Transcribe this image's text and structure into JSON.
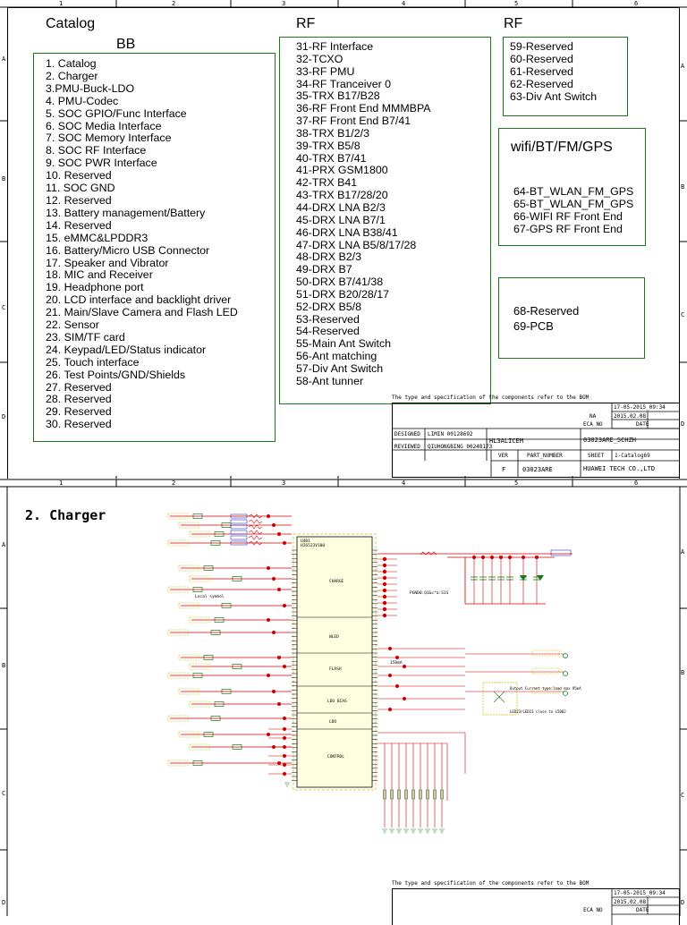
{
  "page1": {
    "col_numbers": [
      "1",
      "2",
      "3",
      "4",
      "5",
      "6"
    ],
    "row_letters": [
      "A",
      "B",
      "C",
      "D"
    ],
    "catalog_title": "Catalog",
    "bb_title": "BB",
    "rf_title_1": "RF",
    "rf_title_2": "RF",
    "bb_items": [
      "1. Catalog",
      "2. Charger",
      "3.PMU-Buck-LDO",
      "4. PMU-Codec",
      "5. SOC GPIO/Func Interface",
      "6. SOC Media Interface",
      "7. SOC Memory Interface",
      "8. SOC RF Interface",
      "9. SOC PWR Interface",
      "10. Reserved",
      "11. SOC GND",
      "12. Reserved",
      "13. Battery management/Battery",
      "14. Reserved",
      "15. eMMC&LPDDR3",
      "16. Battery/Micro USB Connector",
      "17. Speaker and Vibrator",
      "18. MIC and Receiver",
      "19. Headphone port",
      "20. LCD interface and backlight driver",
      "21. Main/Slave Camera and Flash LED",
      "22. Sensor",
      "23. SIM/TF card",
      "24. Keypad/LED/Status indicator",
      "25. Touch interface",
      "26. Test Points/GND/Shields",
      "27. Reserved",
      "28. Reserved",
      "29. Reserved",
      "30. Reserved"
    ],
    "rf_items": [
      "31-RF Interface",
      "32-TCXO",
      "33-RF PMU",
      "34-RF Tranceiver 0",
      "35-TRX B17/B28",
      "36-RF Front End MMMBPA",
      "37-RF Front End B7/41",
      "38-TRX B1/2/3",
      "39-TRX B5/8",
      "40-TRX B7/41",
      "41-PRX GSM1800",
      "42-TRX B41",
      "43-TRX B17/28/20",
      "44-DRX LNA B2/3",
      "45-DRX LNA B7/1",
      "46-DRX LNA B38/41",
      "47-DRX LNA B5/8/17/28",
      "48-DRX B2/3",
      "49-DRX B7",
      "50-DRX B7/41/38",
      "51-DRX B20/28/17",
      "52-DRX B5/8",
      "53-Reserved",
      "54-Reserved",
      "55-Main Ant Switch",
      "56-Ant matching",
      "57-Div Ant Switch",
      "58-Ant tunner"
    ],
    "rf_items_2": [
      "59-Reserved",
      "60-Reserved",
      "61-Reserved",
      "62-Reserved",
      "63-Div Ant Switch"
    ],
    "wifi_title": "wifi/BT/FM/GPS",
    "wifi_items": [
      "64-BT_WLAN_FM_GPS",
      "65-BT_WLAN_FM_GPS",
      "66-WIFI RF Front End",
      "67-GPS RF Front End"
    ],
    "misc_items": [
      "68-Reserved",
      "69-PCB"
    ],
    "title_block": {
      "note": "The type and specification of the components  refer to the BOM",
      "date_stamp": "17-05-2015_09:34",
      "na": "NA",
      "eca_no": "ECA NO",
      "date_label": "DATE",
      "date_value": "2015.02.08",
      "designed_label": "DESIGNED",
      "designed_value": "LIMIN 00128692",
      "reviewed_label": "REVIEWED",
      "reviewed_value": "QIUHONGBING 00248173",
      "project": "HL3ALICEM",
      "part_code": "03023ARE_SCHZH",
      "ver_label": "VER",
      "part_number_label": "PART_NUMBER",
      "sheet_label": "SHEET",
      "sheet_value": "1-Catalog69",
      "ver_value": "F",
      "part_number_value": "03023ARE",
      "company": "HUAWEI TECH CO.,LTD"
    }
  },
  "page2": {
    "col_numbers": [
      "1",
      "2",
      "3",
      "4",
      "5",
      "6"
    ],
    "row_letters": [
      "A",
      "B",
      "C",
      "D"
    ],
    "title": "2. Charger",
    "ic_ref": "U401",
    "ic_part": "HI6523V100",
    "block_labels": [
      "CHARGE",
      "WLED",
      "FLASH",
      "LDO BIAS",
      "LDO",
      "CONTROL"
    ],
    "annotations": [
      "Local symbol",
      "PGND0:Q1&c*a:S1S",
      "Output Current type:load max 95mA",
      "LED23/LED23 close to L5002",
      "150mA"
    ],
    "title_block": {
      "note": "The type and specification of the components  refer to the BOM",
      "date_stamp": "17-05-2015_09:34",
      "date_value": "2015.02.08",
      "eca_no": "ECA NO",
      "date_label": "DATE"
    }
  },
  "colors": {
    "frame": "#000000",
    "box": "#1a7a1a",
    "wire": "#cc0000",
    "part": "#1a7a1a",
    "net": "#3333cc",
    "ic_fill": "#ffffe0"
  }
}
